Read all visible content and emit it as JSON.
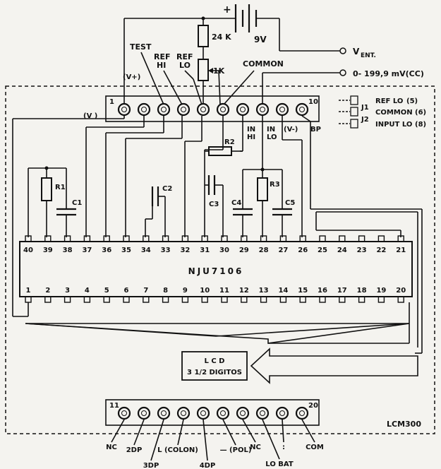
{
  "battery": {
    "plus": "+",
    "voltage": "9V"
  },
  "resistors_top": {
    "r24k": "24 K",
    "r1k": "1K"
  },
  "top_labels": {
    "test": "TEST",
    "ref_hi": [
      "REF",
      "HI"
    ],
    "ref_lo": [
      "REF",
      "LO"
    ],
    "common": "COMMON",
    "vplus": "(V+)"
  },
  "terminals": {
    "vent_v": "V",
    "vent_sub": "ENT.",
    "range": "0- 199,9 mV(CC)"
  },
  "jumpers": [
    {
      "prefix": "REF LO",
      "value": "(5)"
    },
    {
      "prefix": "COMMON",
      "value": "(6)"
    },
    {
      "prefix": "INPUT LO",
      "value": "(8)"
    }
  ],
  "jumper_ids": [
    "J1",
    "J2"
  ],
  "top_connector": {
    "pin_first": "1",
    "pin_last": "10",
    "v_label": "(V )",
    "in_hi": [
      "IN",
      "HI"
    ],
    "in_lo": [
      "IN",
      "LO"
    ],
    "vminus": "(V-)",
    "bp": "BP"
  },
  "components": {
    "r1": "R1",
    "r2": "R2",
    "r3": "R3",
    "c1": "C1",
    "c2": "C2",
    "c3": "C3",
    "c4": "C4",
    "c5": "C5"
  },
  "ic": {
    "name": "NJU7106",
    "top_pins": [
      "40",
      "39",
      "38",
      "37",
      "36",
      "35",
      "34",
      "33",
      "32",
      "31",
      "30",
      "29",
      "28",
      "27",
      "26",
      "25",
      "24",
      "23",
      "22",
      "21"
    ],
    "bottom_pins": [
      "1",
      "2",
      "3",
      "4",
      "5",
      "6",
      "7",
      "8",
      "9",
      "10",
      "11",
      "12",
      "13",
      "14",
      "15",
      "16",
      "17",
      "18",
      "19",
      "20"
    ]
  },
  "lcd": {
    "line1": "L C D",
    "line2": "3 1/2 DIGITOS"
  },
  "module_label": "LCM300",
  "bottom_connector": {
    "pin_first": "11",
    "pin_last": "20",
    "labels": [
      "NC",
      "2DP",
      "3DP",
      "L (COLON)",
      "4DP",
      "— (POL)",
      "NC",
      "LO BAT",
      ":",
      "COM"
    ]
  }
}
